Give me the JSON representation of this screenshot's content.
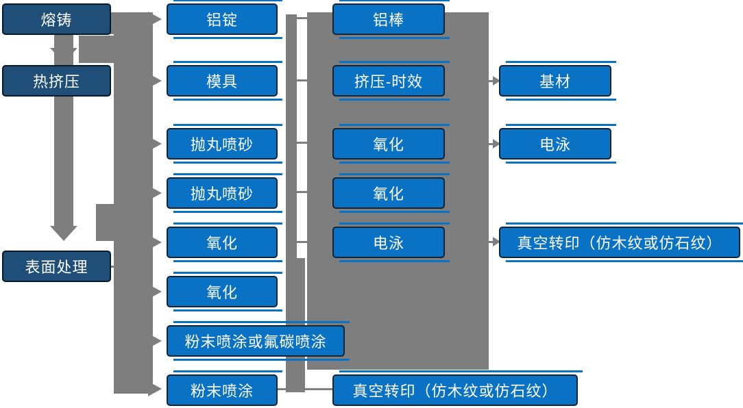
{
  "colors": {
    "node_fill": "#0A72C4",
    "node_dark_fill": "#1F4E79",
    "node_border": "#0D2233",
    "connector": "#7E7E7E",
    "text_color": "#FFFFFF"
  },
  "flowchart": {
    "stage_column": {
      "items": [
        {
          "label": "熔铸"
        },
        {
          "label": "热挤压"
        },
        {
          "label": "表面处理"
        }
      ]
    },
    "process_column": {
      "items": [
        {
          "label": "铝锭"
        },
        {
          "label": "模具"
        },
        {
          "label": "抛丸喷砂"
        },
        {
          "label": "抛丸喷砂"
        },
        {
          "label": "氧化"
        },
        {
          "label": "氧化"
        },
        {
          "label": "粉末喷涂或氟碳喷涂"
        },
        {
          "label": "粉末喷涂"
        }
      ]
    },
    "intermediate_column": {
      "items": [
        {
          "label": "铝棒"
        },
        {
          "label": "挤压-时效"
        },
        {
          "label": "氧化"
        },
        {
          "label": "氧化"
        },
        {
          "label": "电泳"
        },
        {
          "label": "真空转印（仿木纹或仿石纹）"
        }
      ]
    },
    "output_column": {
      "items": [
        {
          "label": "基材"
        },
        {
          "label": "电泳"
        },
        {
          "label": "真空转印（仿木纹或仿石纹）"
        }
      ]
    }
  }
}
